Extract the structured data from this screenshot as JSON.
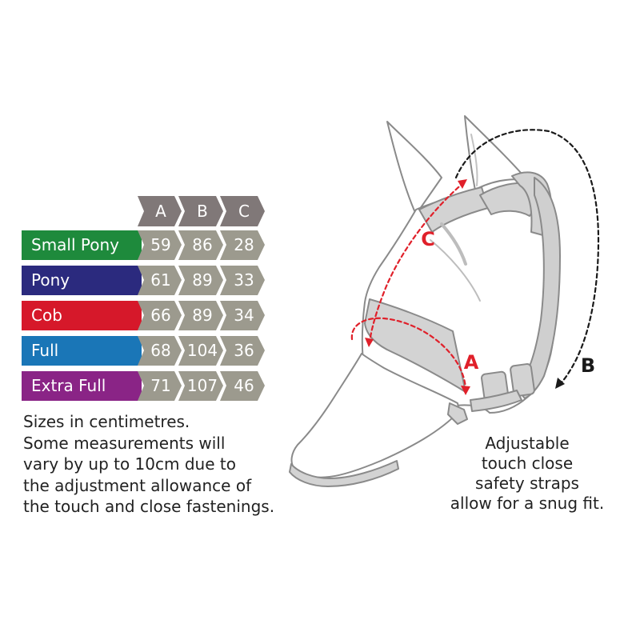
{
  "table": {
    "columns": [
      "A",
      "B",
      "C"
    ],
    "rows": [
      {
        "label": "Small Pony",
        "color": "#1e8a3c",
        "values": [
          "59",
          "86",
          "28"
        ]
      },
      {
        "label": "Pony",
        "color": "#2b2a7e",
        "values": [
          "61",
          "89",
          "33"
        ]
      },
      {
        "label": "Cob",
        "color": "#d6182a",
        "values": [
          "66",
          "89",
          "34"
        ]
      },
      {
        "label": "Full",
        "color": "#1a76b7",
        "values": [
          "68",
          "104",
          "36"
        ]
      },
      {
        "label": "Extra Full",
        "color": "#8a2486",
        "values": [
          "71",
          "107",
          "46"
        ]
      }
    ],
    "header_color": "#807878",
    "cell_color": "#9c9a8e"
  },
  "note": {
    "lines": [
      "Sizes in centimetres.",
      "Some measurements will",
      "vary by up to 10cm due to",
      "the adjustment allowance of",
      "the touch and close fastenings."
    ]
  },
  "callout": {
    "lines": [
      "Adjustable",
      "touch close",
      "safety straps",
      "allow for a snug fit."
    ]
  },
  "diagram": {
    "markers": {
      "a": "A",
      "b": "B",
      "c": "C"
    },
    "red": "#e0202a",
    "black": "#1a1a1a"
  }
}
